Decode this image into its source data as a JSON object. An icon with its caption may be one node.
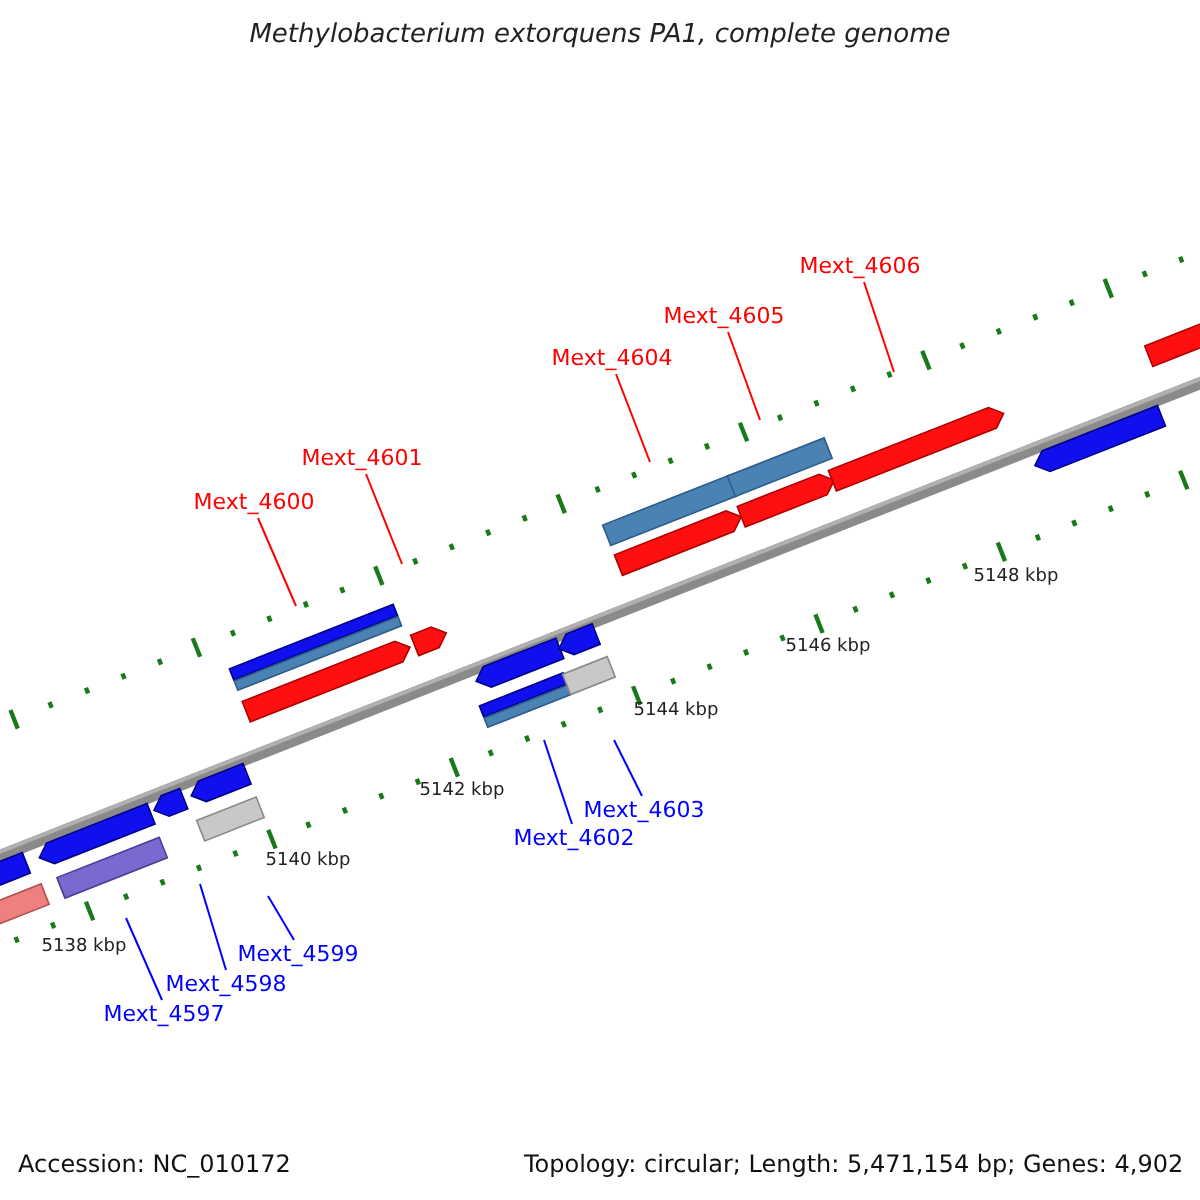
{
  "diagram": {
    "title": "Methylobacterium extorquens PA1, complete genome",
    "nodes": [
      {
        "text": [
          "Mext_4606"
        ]
      },
      {
        "text": [
          "Mext_4605"
        ]
      },
      {
        "text": [
          "Mext_4604"
        ]
      },
      {
        "text": [
          "Mext_4601"
        ]
      },
      {
        "text": [
          "Mext_4600"
        ]
      },
      {
        "text": [
          "Mext_4603"
        ]
      },
      {
        "text": [
          "Mext_4602"
        ]
      },
      {
        "text": [
          "Mext_4599"
        ]
      },
      {
        "text": [
          "Mext_4598"
        ]
      },
      {
        "text": [
          "Mext_4597"
        ]
      }
    ],
    "edges": [
      {
        "from": 0,
        "to": null,
        "arrow": "none",
        "color": "#ff0000"
      },
      {
        "from": 1,
        "to": null,
        "arrow": "none",
        "color": "#ff0000"
      },
      {
        "from": 2,
        "to": null,
        "arrow": "none",
        "color": "#ff0000"
      },
      {
        "from": 3,
        "to": null,
        "arrow": "none",
        "color": "#ff0000"
      },
      {
        "from": 4,
        "to": null,
        "arrow": "none",
        "color": "#ff0000"
      },
      {
        "from": 5,
        "to": null,
        "arrow": "none",
        "color": "#0000ff"
      },
      {
        "from": 6,
        "to": null,
        "arrow": "none",
        "color": "#0000ff"
      },
      {
        "from": 7,
        "to": null,
        "arrow": "none",
        "color": "#0000ff"
      },
      {
        "from": 8,
        "to": null,
        "arrow": "none",
        "color": "#0000ff"
      },
      {
        "from": 9,
        "to": null,
        "arrow": "none",
        "color": "#0000ff"
      }
    ],
    "labels": [
      "5148 kbp",
      "5146 kbp",
      "5144 kbp",
      "5142 kbp",
      "5140 kbp",
      "5138 kbp",
      "Accession: NC_010172",
      "Topology: circular; Length: 5,471,154 bp; Genes: 4,902"
    ]
  }
}
